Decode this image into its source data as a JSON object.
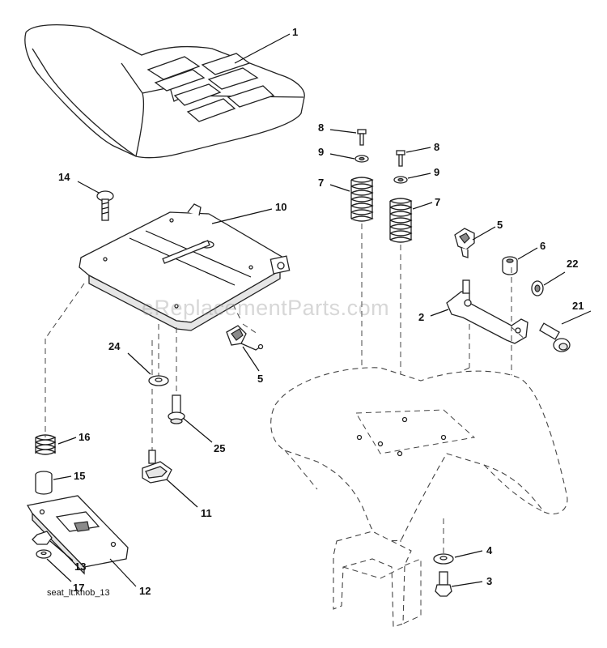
{
  "watermark": "eReplacementParts.com",
  "caption": "seat_lt.knob_13",
  "callouts": {
    "c1": "1",
    "c2": "2",
    "c3": "3",
    "c4": "4",
    "c5a": "5",
    "c5b": "5",
    "c6": "6",
    "c7a": "7",
    "c7b": "7",
    "c8a": "8",
    "c8b": "8",
    "c9a": "9",
    "c9b": "9",
    "c10": "10",
    "c11": "11",
    "c12": "12",
    "c13": "13",
    "c14": "14",
    "c15": "15",
    "c16": "16",
    "c17": "17",
    "c21": "21",
    "c22": "22",
    "c24": "24",
    "c25": "25"
  }
}
